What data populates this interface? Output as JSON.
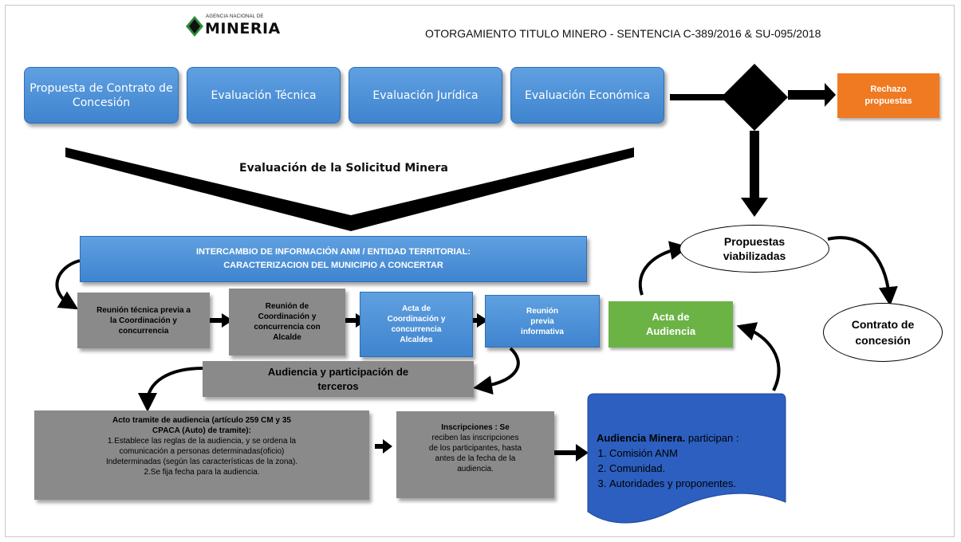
{
  "logo": {
    "agency": "AGENCIA NACIONAL DE",
    "name": "MINERIA"
  },
  "title": "OTORGAMIENTO TITULO MINERO  - SENTENCIA C-389/2016 & SU-095/2018",
  "top_steps": [
    "Propuesta de Contrato de Concesión",
    "Evaluación Técnica",
    "Evaluación Jurídica",
    "Evaluación Económica"
  ],
  "rechazo": "Rechazo propuestas",
  "evaluacion_label": "Evaluación de la Solicitud Minera",
  "intercambio": {
    "line1": "INTERCAMBIO DE INFORMACIÓN ANM / ENTIDAD TERRITORIAL:",
    "line2": "CARACTERIZACION DEL MUNICIPIO A CONCERTAR"
  },
  "row_steps": {
    "reunion_tecnica": "Reunión técnica previa a la Coordinación y concurrencia",
    "reunion_coordinacion": "Reunión de Coordinación y concurrencia con Alcalde",
    "acta_coordinacion": "Acta de Coordinación y concurrencia Alcaldes",
    "reunion_previa": "Reunión previa informativa"
  },
  "audiencia_participacion": "Audiencia y participación de terceros",
  "acto_tramite": {
    "title1": "Acto tramite de audiencia (artículo 259 CM y 35",
    "title2": "CPACA (Auto) de tramite):",
    "line1": "1.Establece las reglas de la audiencia,  y se ordena la",
    "line2": "comunicación a  personas determinadas(oficio)",
    "line3": "Indeterminadas (según las características de la zona).",
    "line4": "2.Se fija fecha para la audiencia."
  },
  "inscripciones": {
    "title": "Inscripciones : Se",
    "body": "reciben las inscripciones de los participantes, hasta antes de la fecha de la audiencia."
  },
  "audiencia_minera": {
    "title": "Audiencia Minera.",
    "suffix": " participan :",
    "items": [
      "Comisión ANM",
      "Comunidad.",
      "Autoridades y proponentes."
    ]
  },
  "acta_audiencia": "Acta de Audiencia",
  "propuestas_viabilizadas": "Propuestas viabilizadas",
  "contrato_concesion": "Contrato de concesión",
  "colors": {
    "blue": "#3f84cf",
    "gray": "#8a8a8a",
    "orange": "#f07a22",
    "green": "#6bb345",
    "dark_blue": "#2c5fbf",
    "black": "#000000"
  }
}
